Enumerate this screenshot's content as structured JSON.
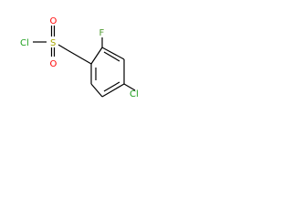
{
  "molecule": {
    "atoms": {
      "cl_sulfonyl": "Cl",
      "sulfur": "S",
      "oxygen_top": "O",
      "oxygen_bottom": "O",
      "fluorine": "F",
      "cl_ring": "Cl"
    },
    "colors": {
      "chlorine": "#1fa01f",
      "sulfur": "#a6a600",
      "oxygen": "#ff0000",
      "fluorine": "#4d9a2e",
      "bond": "#000000",
      "background": "#ffffff"
    }
  }
}
